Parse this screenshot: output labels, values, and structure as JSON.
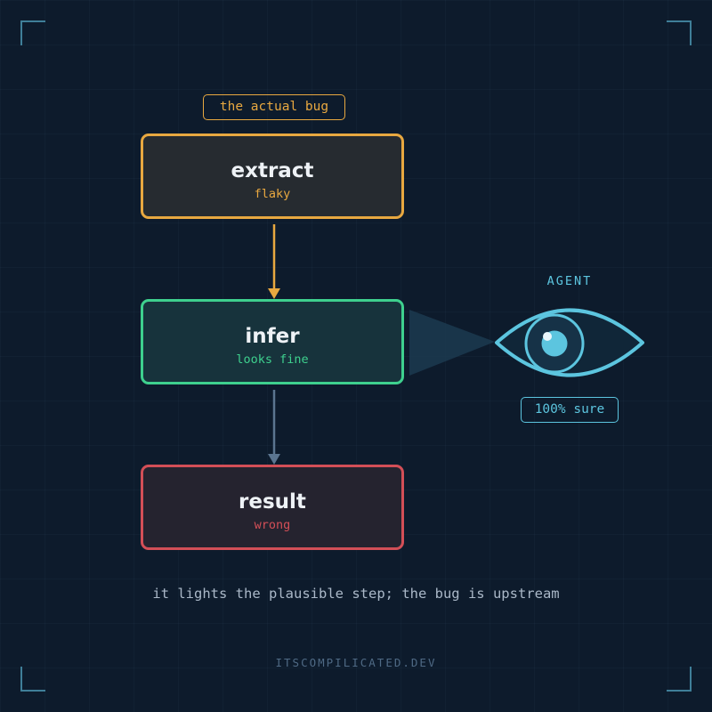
{
  "annotation_top": "the actual bug",
  "nodes": [
    {
      "id": "extract",
      "title": "extract",
      "subtitle": "flaky"
    },
    {
      "id": "infer",
      "title": "infer",
      "subtitle": "looks fine"
    },
    {
      "id": "result",
      "title": "result",
      "subtitle": "wrong"
    }
  ],
  "agent": {
    "label": "AGENT",
    "confidence_badge": "100% sure",
    "icon": "eye-icon"
  },
  "caption": "it lights the plausible step; the bug is upstream",
  "footer": "ITSCOMPILICATED.DEV",
  "colors": {
    "background": "#0d1b2c",
    "extract": "#e8a840",
    "infer": "#3ed08e",
    "result": "#d34f57",
    "agent": "#5cc5df",
    "muted_arrow": "#5b7590"
  }
}
